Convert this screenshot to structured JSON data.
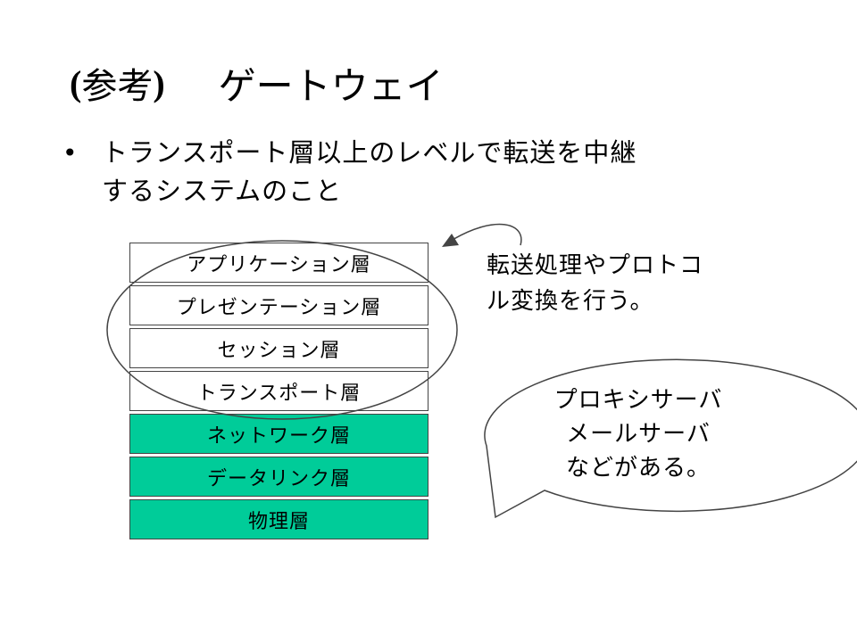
{
  "slide": {
    "title_open": "(",
    "title_word": "参考",
    "title_close": ")",
    "title_main": "ゲートウェイ",
    "bullet_symbol": "•",
    "bullet_text": "トランスポート層以上のレベルで転送を中継\nするシステムのこと",
    "layers": [
      {
        "label": "アプリケーション層"
      },
      {
        "label": "プレゼンテーション層"
      },
      {
        "label": "セッション層"
      },
      {
        "label": "トランスポート層"
      },
      {
        "label": "ネットワーク層"
      },
      {
        "label": "データリンク層"
      },
      {
        "label": "物理層"
      }
    ],
    "note_text": "転送処理やプロトコ\nル変換を行う。",
    "bubble_text": "プロキシサーバ\nメールサーバ\nなどがある。"
  },
  "colors": {
    "lower_layer_fill": "#00cc99",
    "upper_layer_fill": "#ffffff",
    "border": "#444444"
  }
}
